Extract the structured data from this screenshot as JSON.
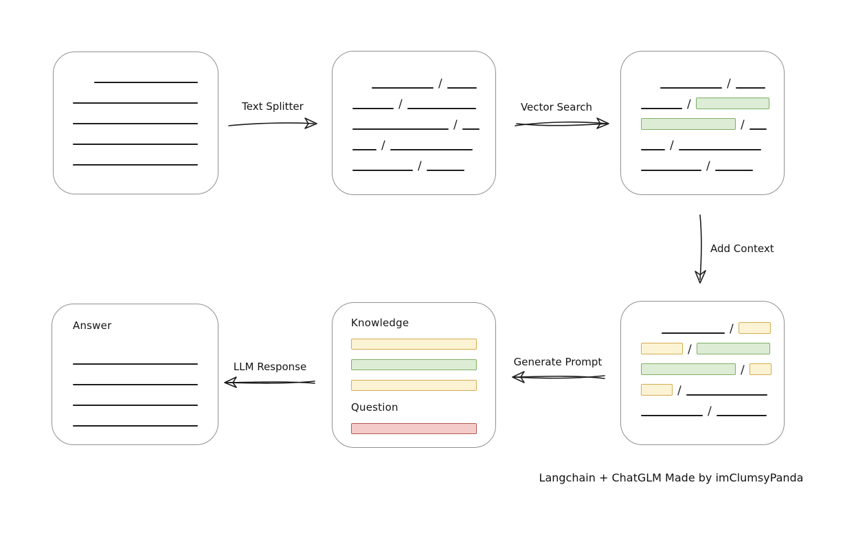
{
  "caption": "Langchain + ChatGLM Made by imClumsyPanda",
  "separator": "/",
  "colors": {
    "line": "#1d1d1d",
    "box_border": "#8f8f8f",
    "green_fill": "#ddecd5",
    "green_border": "#7fae63",
    "yellow_fill": "#fcf3d4",
    "yellow_border": "#d4ab4f",
    "red_fill": "#f4cbc8",
    "red_border": "#b35a52"
  },
  "arrows": {
    "text_splitter": {
      "label": "Text Splitter"
    },
    "vector_search": {
      "label": "Vector Search"
    },
    "add_context": {
      "label": "Add Context"
    },
    "generate_prompt": {
      "label": "Generate Prompt"
    },
    "llm_response": {
      "label": "LLM Response"
    }
  },
  "boxes": {
    "document": {
      "lines": [
        {
          "w": 151,
          "indent": 31
        },
        {
          "w": 182
        },
        {
          "w": 182
        },
        {
          "w": 182
        },
        {
          "w": 182
        }
      ]
    },
    "chunks": {
      "rows": [
        {
          "indent": 28,
          "segs": [
            {
              "k": "line",
              "w": 90
            },
            {
              "k": "slash"
            },
            {
              "k": "line",
              "w": 43
            }
          ]
        },
        {
          "indent": 0,
          "segs": [
            {
              "k": "line",
              "w": 60
            },
            {
              "k": "slash"
            },
            {
              "k": "line",
              "w": 100
            }
          ]
        },
        {
          "indent": 0,
          "segs": [
            {
              "k": "line",
              "w": 140
            },
            {
              "k": "slash"
            },
            {
              "k": "line",
              "w": 25
            }
          ]
        },
        {
          "indent": 0,
          "segs": [
            {
              "k": "line",
              "w": 35
            },
            {
              "k": "slash"
            },
            {
              "k": "line",
              "w": 120
            }
          ]
        },
        {
          "indent": 0,
          "segs": [
            {
              "k": "line",
              "w": 88
            },
            {
              "k": "slash"
            },
            {
              "k": "line",
              "w": 55
            }
          ]
        }
      ]
    },
    "search_results": {
      "rows": [
        {
          "indent": 28,
          "segs": [
            {
              "k": "line",
              "w": 90
            },
            {
              "k": "slash"
            },
            {
              "k": "line",
              "w": 43
            }
          ]
        },
        {
          "indent": 0,
          "segs": [
            {
              "k": "line",
              "w": 60
            },
            {
              "k": "slash"
            },
            {
              "k": "green",
              "w": 107
            }
          ]
        },
        {
          "indent": 0,
          "segs": [
            {
              "k": "green",
              "w": 138
            },
            {
              "k": "slash"
            },
            {
              "k": "line",
              "w": 25
            }
          ]
        },
        {
          "indent": 0,
          "segs": [
            {
              "k": "line",
              "w": 35
            },
            {
              "k": "slash"
            },
            {
              "k": "line",
              "w": 120
            }
          ]
        },
        {
          "indent": 0,
          "segs": [
            {
              "k": "line",
              "w": 88
            },
            {
              "k": "slash"
            },
            {
              "k": "line",
              "w": 55
            }
          ]
        }
      ]
    },
    "context": {
      "rows": [
        {
          "indent": 30,
          "segs": [
            {
              "k": "line",
              "w": 92
            },
            {
              "k": "slash"
            },
            {
              "k": "yellow",
              "w": 47
            }
          ]
        },
        {
          "indent": 0,
          "segs": [
            {
              "k": "yellow",
              "w": 61
            },
            {
              "k": "slash"
            },
            {
              "k": "green",
              "w": 107
            }
          ]
        },
        {
          "indent": 0,
          "segs": [
            {
              "k": "green",
              "w": 138
            },
            {
              "k": "slash"
            },
            {
              "k": "yellow",
              "w": 32
            }
          ]
        },
        {
          "indent": 0,
          "segs": [
            {
              "k": "yellow",
              "w": 46
            },
            {
              "k": "slash"
            },
            {
              "k": "line",
              "w": 118
            }
          ]
        },
        {
          "indent": 0,
          "segs": [
            {
              "k": "line",
              "w": 90
            },
            {
              "k": "slash"
            },
            {
              "k": "line",
              "w": 73
            }
          ]
        }
      ]
    },
    "prompt": {
      "knowledge_label": "Knowledge",
      "knowledge_bars": [
        "yellow",
        "green",
        "yellow"
      ],
      "question_label": "Question",
      "question_bars": [
        "red"
      ]
    },
    "answer": {
      "label": "Answer",
      "lines": [
        {
          "w": 182
        },
        {
          "w": 182
        },
        {
          "w": 182
        },
        {
          "w": 182
        }
      ]
    }
  }
}
